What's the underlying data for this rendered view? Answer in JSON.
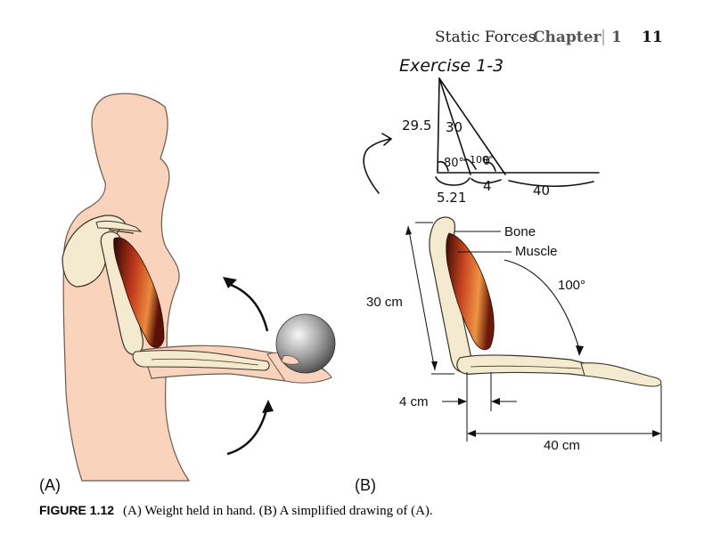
{
  "header": {
    "title": "Static Forces",
    "chapter_word": "Chapter",
    "chapter_number": "1",
    "page_number": "11"
  },
  "handwritten": {
    "title": "Exercise 1-3",
    "side_29_5": "29.5",
    "side_30": "30",
    "angle_80": "80°",
    "angle_100": "100°",
    "angle_theta": "θ",
    "base_5_21": "5.21",
    "base_4": "4",
    "base_40": "40"
  },
  "diagram_b": {
    "bone_label": "Bone",
    "muscle_label": "Muscle",
    "angle_label": "100°",
    "length_30": "30 cm",
    "length_4": "4 cm",
    "length_40": "40 cm"
  },
  "panel_labels": {
    "a": "(A)",
    "b": "(B)"
  },
  "caption": {
    "label": "FIGURE 1.12",
    "text": "(A) Weight held in hand. (B) A simplified drawing of (A)."
  },
  "colors": {
    "skin": "#f9d3bc",
    "skin_outline": "#6b5a4e",
    "bone": "#f4ead0",
    "muscle_dark": "#3a0c06",
    "muscle_mid": "#b5361a",
    "muscle_light": "#e8883a",
    "ball_light": "#f2f2f2",
    "ball_dark": "#555555"
  }
}
